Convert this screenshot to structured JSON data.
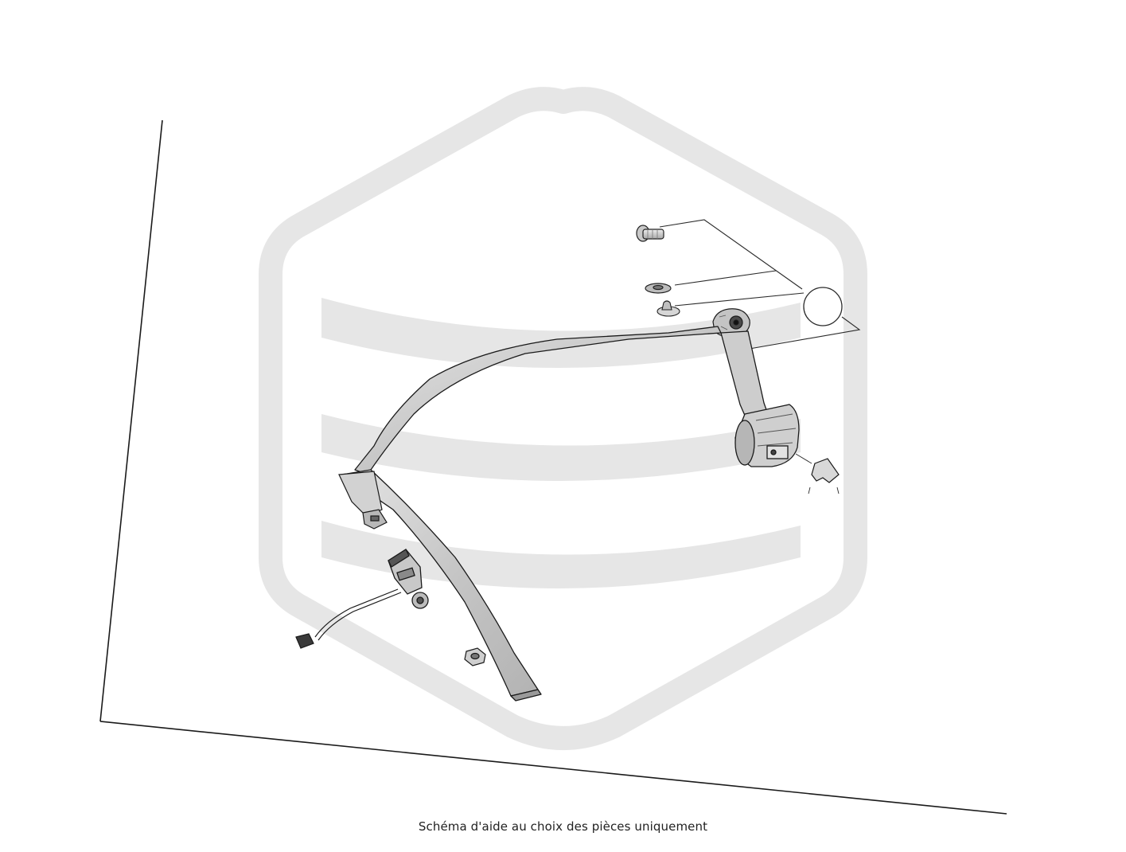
{
  "caption": "Schéma d'aide au choix des pièces uniquement",
  "diagram": {
    "subject": "seat-belt-assembly",
    "parts": [
      "bolt",
      "washer",
      "spacer",
      "upper-anchor",
      "webbing-belt",
      "retractor",
      "retractor-clip",
      "tongue-plate",
      "buckle",
      "buckle-wiring-connector",
      "nut"
    ]
  },
  "colors": {
    "line": "#1a1a1a",
    "part_fill": "#cfcfcf",
    "part_dark": "#6a6a6a",
    "watermark": "#e6e6e6"
  }
}
